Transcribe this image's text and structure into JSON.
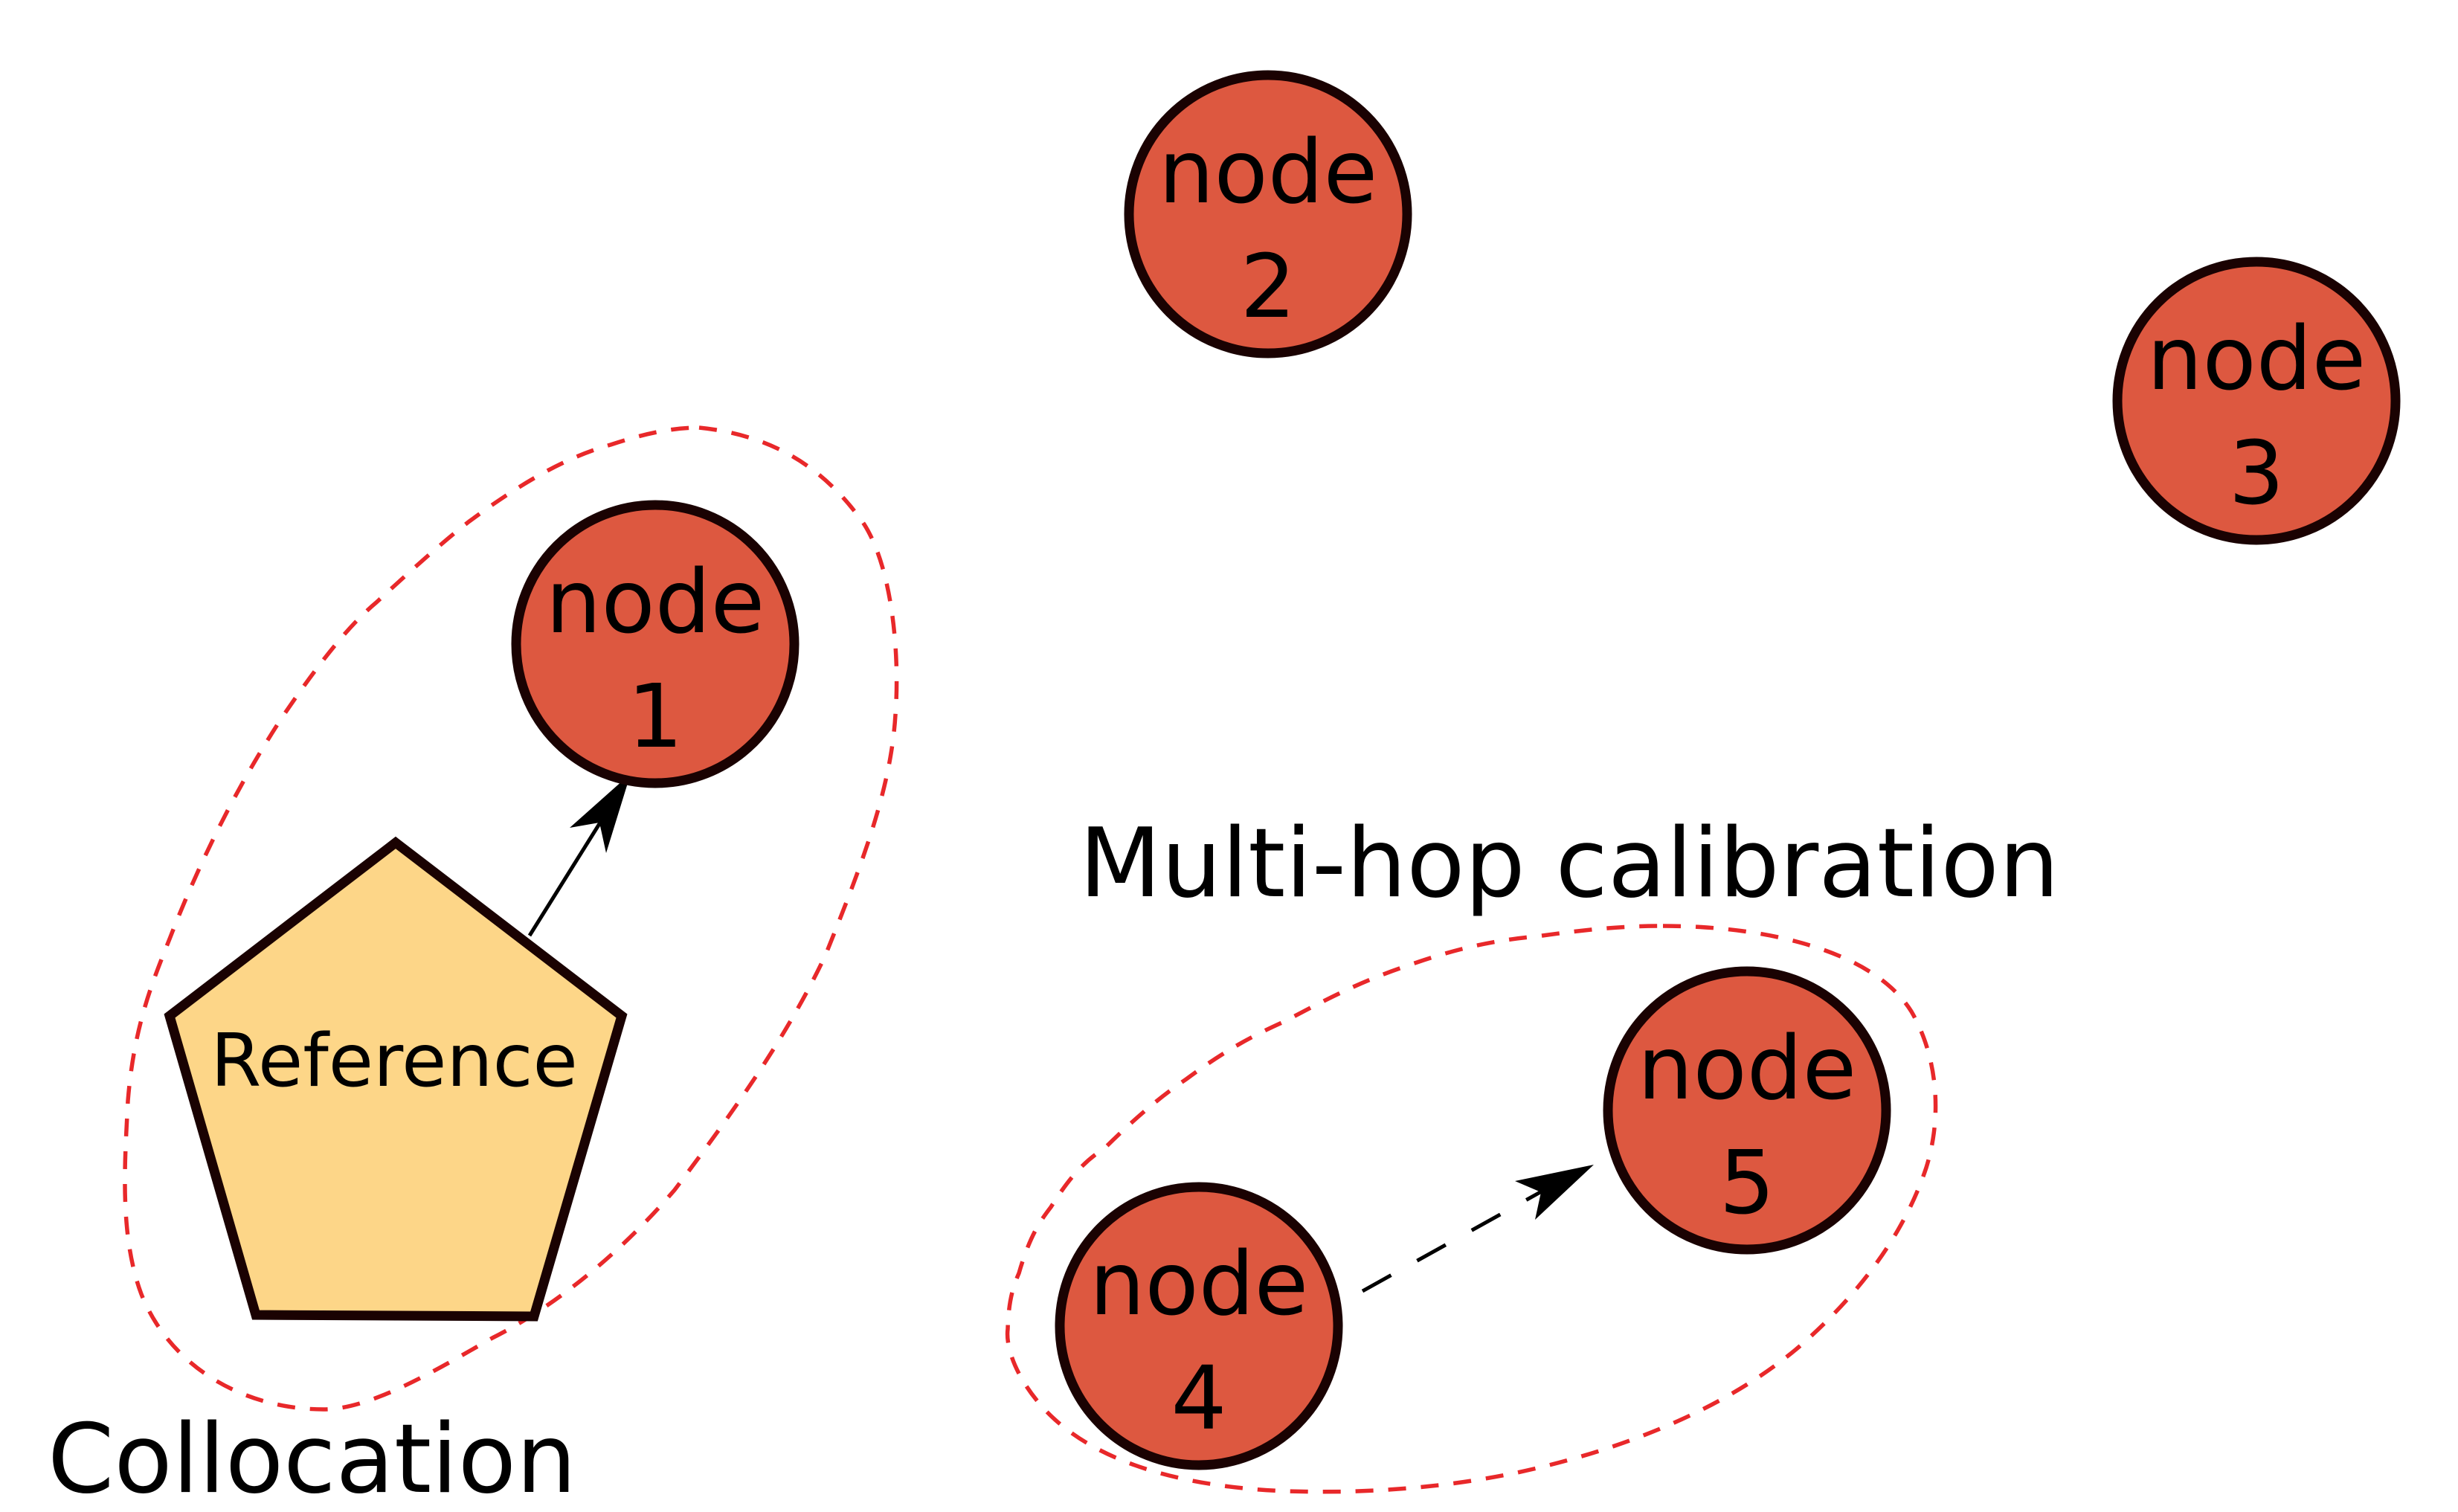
{
  "diagram": {
    "colors": {
      "node_fill": "#DD5840",
      "node_stroke": "#1A0202",
      "reference_fill": "#FDD688",
      "reference_stroke": "#1A0202",
      "group_outline": "#E8282A",
      "arrow": "#000000",
      "background": "#FFFFFF"
    },
    "reference": {
      "id": "reference",
      "shape": "pentagon",
      "label": "Reference"
    },
    "nodes": [
      {
        "id": "node1",
        "line1": "node",
        "line2": "1"
      },
      {
        "id": "node2",
        "line1": "node",
        "line2": "2"
      },
      {
        "id": "node3",
        "line1": "node",
        "line2": "3"
      },
      {
        "id": "node4",
        "line1": "node",
        "line2": "4"
      },
      {
        "id": "node5",
        "line1": "node",
        "line2": "5"
      }
    ],
    "edges": [
      {
        "from": "reference",
        "to": "node1",
        "style": "solid",
        "directed": true
      },
      {
        "from": "node4",
        "to": "node5",
        "style": "dashed",
        "directed": true
      }
    ],
    "groups": [
      {
        "id": "collocation",
        "label": "Collocation",
        "members": [
          "reference",
          "node1"
        ],
        "outline": "dashed"
      },
      {
        "id": "multi-hop",
        "label": "Multi-hop calibration",
        "members": [
          "node4",
          "node5"
        ],
        "outline": "dashed"
      }
    ]
  }
}
